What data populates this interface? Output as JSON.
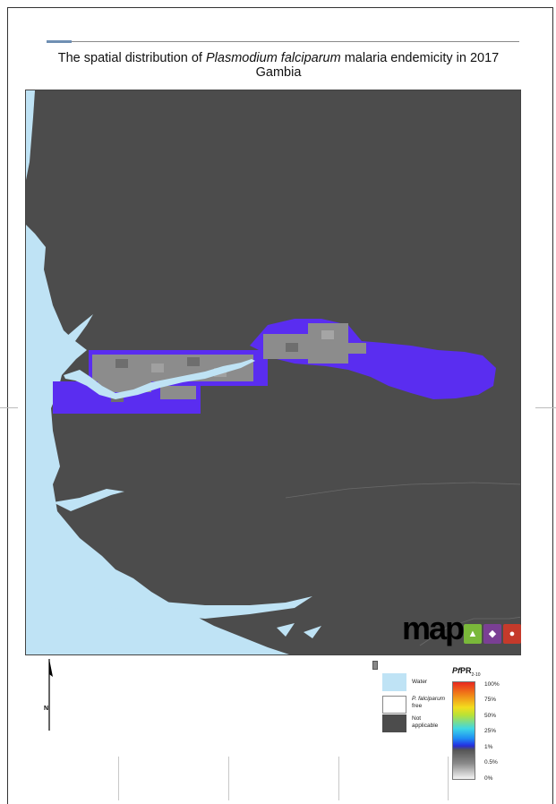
{
  "title": {
    "prefix": "The spatial distribution of ",
    "species": "Plasmodium falciparum",
    "suffix": " malaria endemicity in 2017",
    "country": "Gambia"
  },
  "logo": {
    "text": "map"
  },
  "north_arrow": {
    "label": "N"
  },
  "legend": {
    "items": [
      {
        "label": "Water",
        "color": "#bfe3f5"
      },
      {
        "label_italic": "P. falciparum",
        "label_rest": "free",
        "color": "#ffffff"
      },
      {
        "label": "Not applicable",
        "color": "#4c4c4c"
      }
    ]
  },
  "colorbar": {
    "title_italic": "Pf",
    "title_main": "PR",
    "title_sub": "2-10",
    "ticks": [
      "100%",
      "75%",
      "50%",
      "25%",
      "1%",
      "0.5%",
      "0%"
    ]
  },
  "colors": {
    "water": "#bfe3f5",
    "not_applicable": "#4c4c4c",
    "low_endemic": "#5a2df0",
    "very_low": "#8c8c8c"
  }
}
